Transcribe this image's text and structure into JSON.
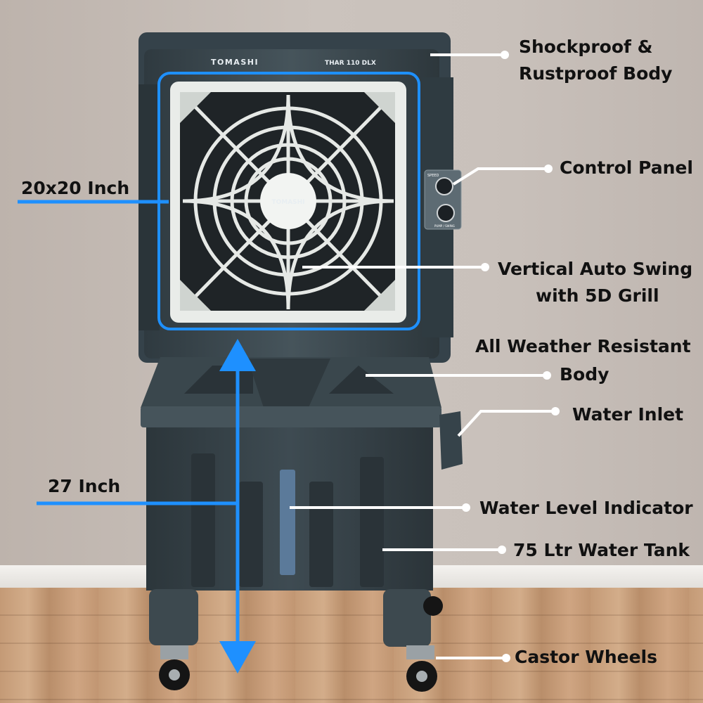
{
  "product": {
    "brand": "TOMASHI",
    "model": "THAR 110 DLX",
    "hub_brand": "TOMASHI",
    "control_labels": [
      "SPEED",
      "PUMP / SWING"
    ]
  },
  "features": {
    "body": "Shockproof & Rustproof Body",
    "control_panel": "Control Panel",
    "swing": "Vertical Auto Swing with 5D Grill",
    "weather": "All Weather Resistant Body",
    "inlet": "Water Inlet",
    "level": "Water Level Indicator",
    "tank": "75 Ltr Water Tank",
    "wheels": "Castor Wheels"
  },
  "feature_lines": {
    "body_1": "Shockproof &",
    "body_2": "Rustproof Body",
    "swing_1": "Vertical Auto Swing",
    "swing_2": "with 5D Grill",
    "weather_1": "All Weather Resistant",
    "weather_2": "Body"
  },
  "dimensions": {
    "grill": "20x20 Inch",
    "height": "27 Inch"
  },
  "colors": {
    "accent_blue": "#1e90ff",
    "body_dark": "#3d4a50",
    "grill_white": "#e9ece9",
    "label_text": "#111111"
  }
}
